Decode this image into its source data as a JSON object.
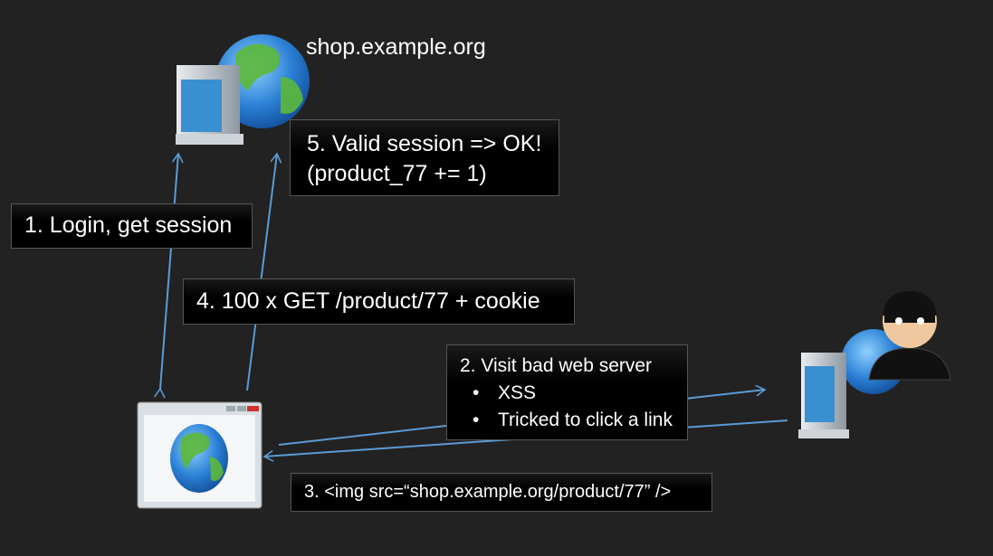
{
  "server_label": "shop.example.org",
  "steps": {
    "step1": "1. Login, get session",
    "step2_title": "2. Visit bad web server",
    "step2_bullets": [
      "XSS",
      "Tricked to click a link"
    ],
    "step3": "3. <img src=“shop.example.org/product/77” />",
    "step4": "4. 100 x GET /product/77 + cookie",
    "step5_line1": "5. Valid session => OK!",
    "step5_line2": "(product_77 += 1)"
  },
  "colors": {
    "background": "#222222",
    "arrow": "#5b9bd5",
    "box": "#000000"
  }
}
